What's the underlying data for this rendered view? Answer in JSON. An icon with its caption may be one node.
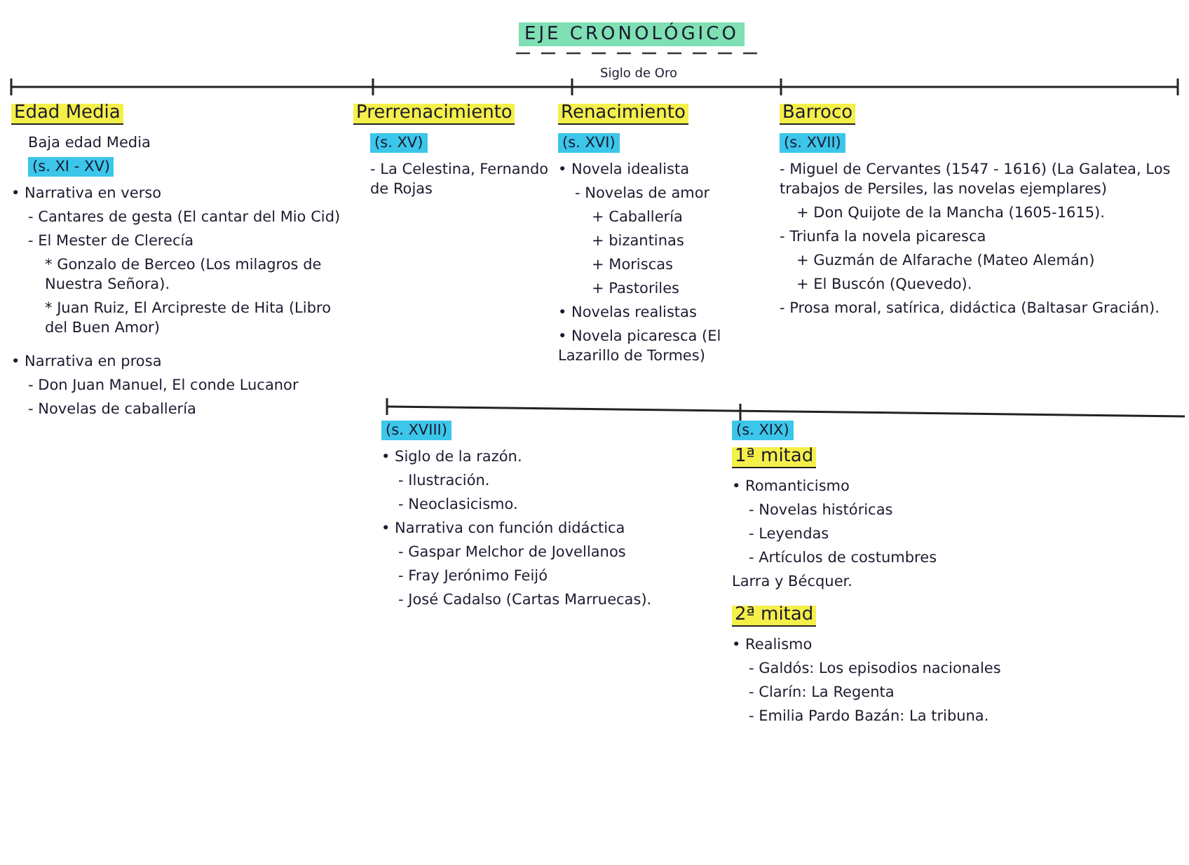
{
  "diagram": {
    "title": "EJE CRONOLÓGICO",
    "labels": [
      "Siglo de Oro",
      "Edad Media",
      "Baja edad Media",
      "(s. XI - XV)",
      "• Narrativa en verso",
      "- Cantares de gesta (El cantar del Mio Cid)",
      "- El Mester de Clerecía",
      "* Gonzalo de Berceo (Los milagros de Nuestra Señora).",
      "* Juan Ruiz, El Arcipreste de Hita (Libro del Buen Amor)",
      "• Narrativa en prosa",
      "- Don Juan Manuel, El conde Lucanor",
      "- Novelas de caballería",
      "Prerrenacimiento",
      "(s. XV)",
      "- La Celestina, Fernando de Rojas",
      "Renacimiento",
      "(s. XVI)",
      "• Novela idealista",
      "- Novelas de amor",
      "+ Caballería",
      "+ bizantinas",
      "+ Moriscas",
      "+ Pastoriles",
      "• Novelas realistas",
      "• Novela picaresca (El Lazarillo de Tormes)",
      "Barroco",
      "(s. XVII)",
      "- Miguel de Cervantes (1547 - 1616) (La Galatea, Los trabajos de Persiles, las novelas ejemplares)",
      "+ Don Quijote de la Mancha (1605-1615).",
      "- Triunfa la novela picaresca",
      "+ Guzmán de Alfarache (Mateo Alemán)",
      "+ El Buscón (Quevedo).",
      "- Prosa moral, satírica, didáctica (Baltasar Gracián).",
      "(s. XVIII)",
      "• Siglo de la razón.",
      "- Ilustración.",
      "- Neoclasicismo.",
      "• Narrativa con función didáctica",
      "- Gaspar Melchor de Jovellanos",
      "- Fray Jerónimo Feijó",
      "- José Cadalso (Cartas Marruecas).",
      "(s. XIX)",
      "1ª mitad",
      "• Romanticismo",
      "- Novelas históricas",
      "- Leyendas",
      "- Artículos de costumbres",
      "Larra y Bécquer.",
      "2ª mitad",
      "• Realismo",
      "- Galdós: Los episodios nacionales",
      "- Clarín: La Regenta",
      "- Emilia Pardo Bazán: La tribuna."
    ]
  }
}
